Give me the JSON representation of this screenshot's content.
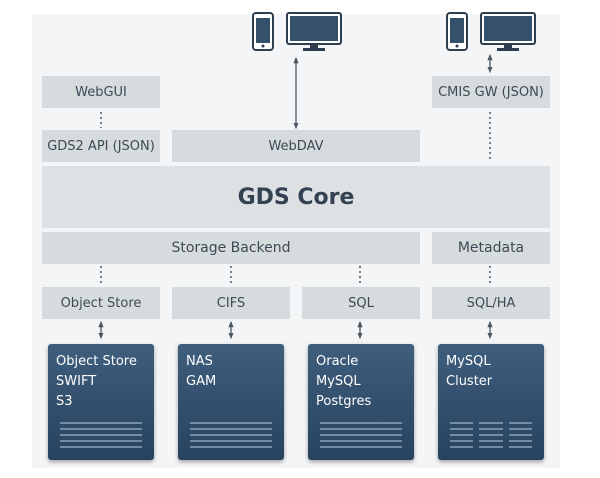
{
  "top": {
    "webgui": "WebGUI",
    "gds2_api": "GDS2 API (JSON)",
    "webdav": "WebDAV",
    "cmis_gw": "CMIS GW (JSON)"
  },
  "core": {
    "label": "GDS Core"
  },
  "middle": {
    "storage_backend": "Storage Backend",
    "metadata": "Metadata"
  },
  "adapters": [
    "Object Store",
    "CIFS",
    "SQL",
    "SQL/HA"
  ],
  "storage": [
    {
      "lines": [
        "Object Store",
        "SWIFT",
        "S3"
      ]
    },
    {
      "lines": [
        "NAS",
        "GAM"
      ]
    },
    {
      "lines": [
        "Oracle",
        "MySQL",
        "Postgres"
      ]
    },
    {
      "lines": [
        "MySQL",
        "Cluster"
      ]
    }
  ],
  "devices": [
    "phone-icon",
    "monitor-icon",
    "phone-icon",
    "monitor-icon"
  ],
  "colors": {
    "box_fill": "#d6dbde",
    "core_fill": "#dde1e4",
    "storage_fill": "#2f4d6b",
    "text": "#3d4a55"
  }
}
